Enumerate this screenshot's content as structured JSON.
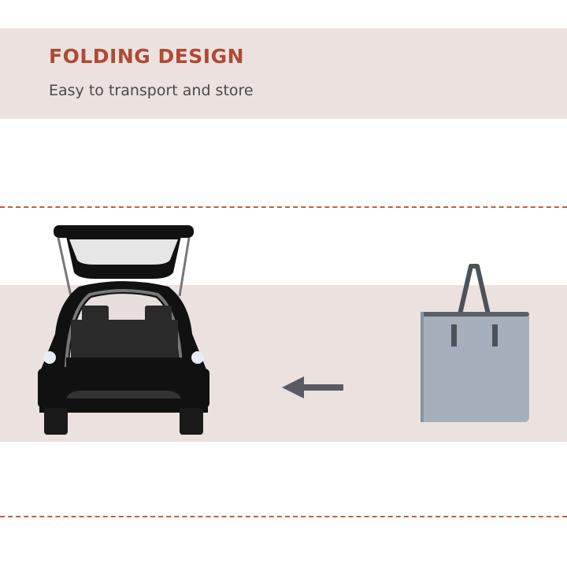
{
  "banner": {
    "title": "FOLDING DESIGN",
    "subtitle": "Easy to transport and store"
  },
  "illustration": {
    "left": "car-open-trunk",
    "arrow_direction": "left",
    "right": "folded-carry-bag"
  },
  "colors": {
    "accent": "#b04a32",
    "band": "#ebe2e0",
    "dash": "#c0603f",
    "text": "#4a4a4a",
    "bag": "#a6b0bd",
    "arrow": "#5a5a64"
  }
}
